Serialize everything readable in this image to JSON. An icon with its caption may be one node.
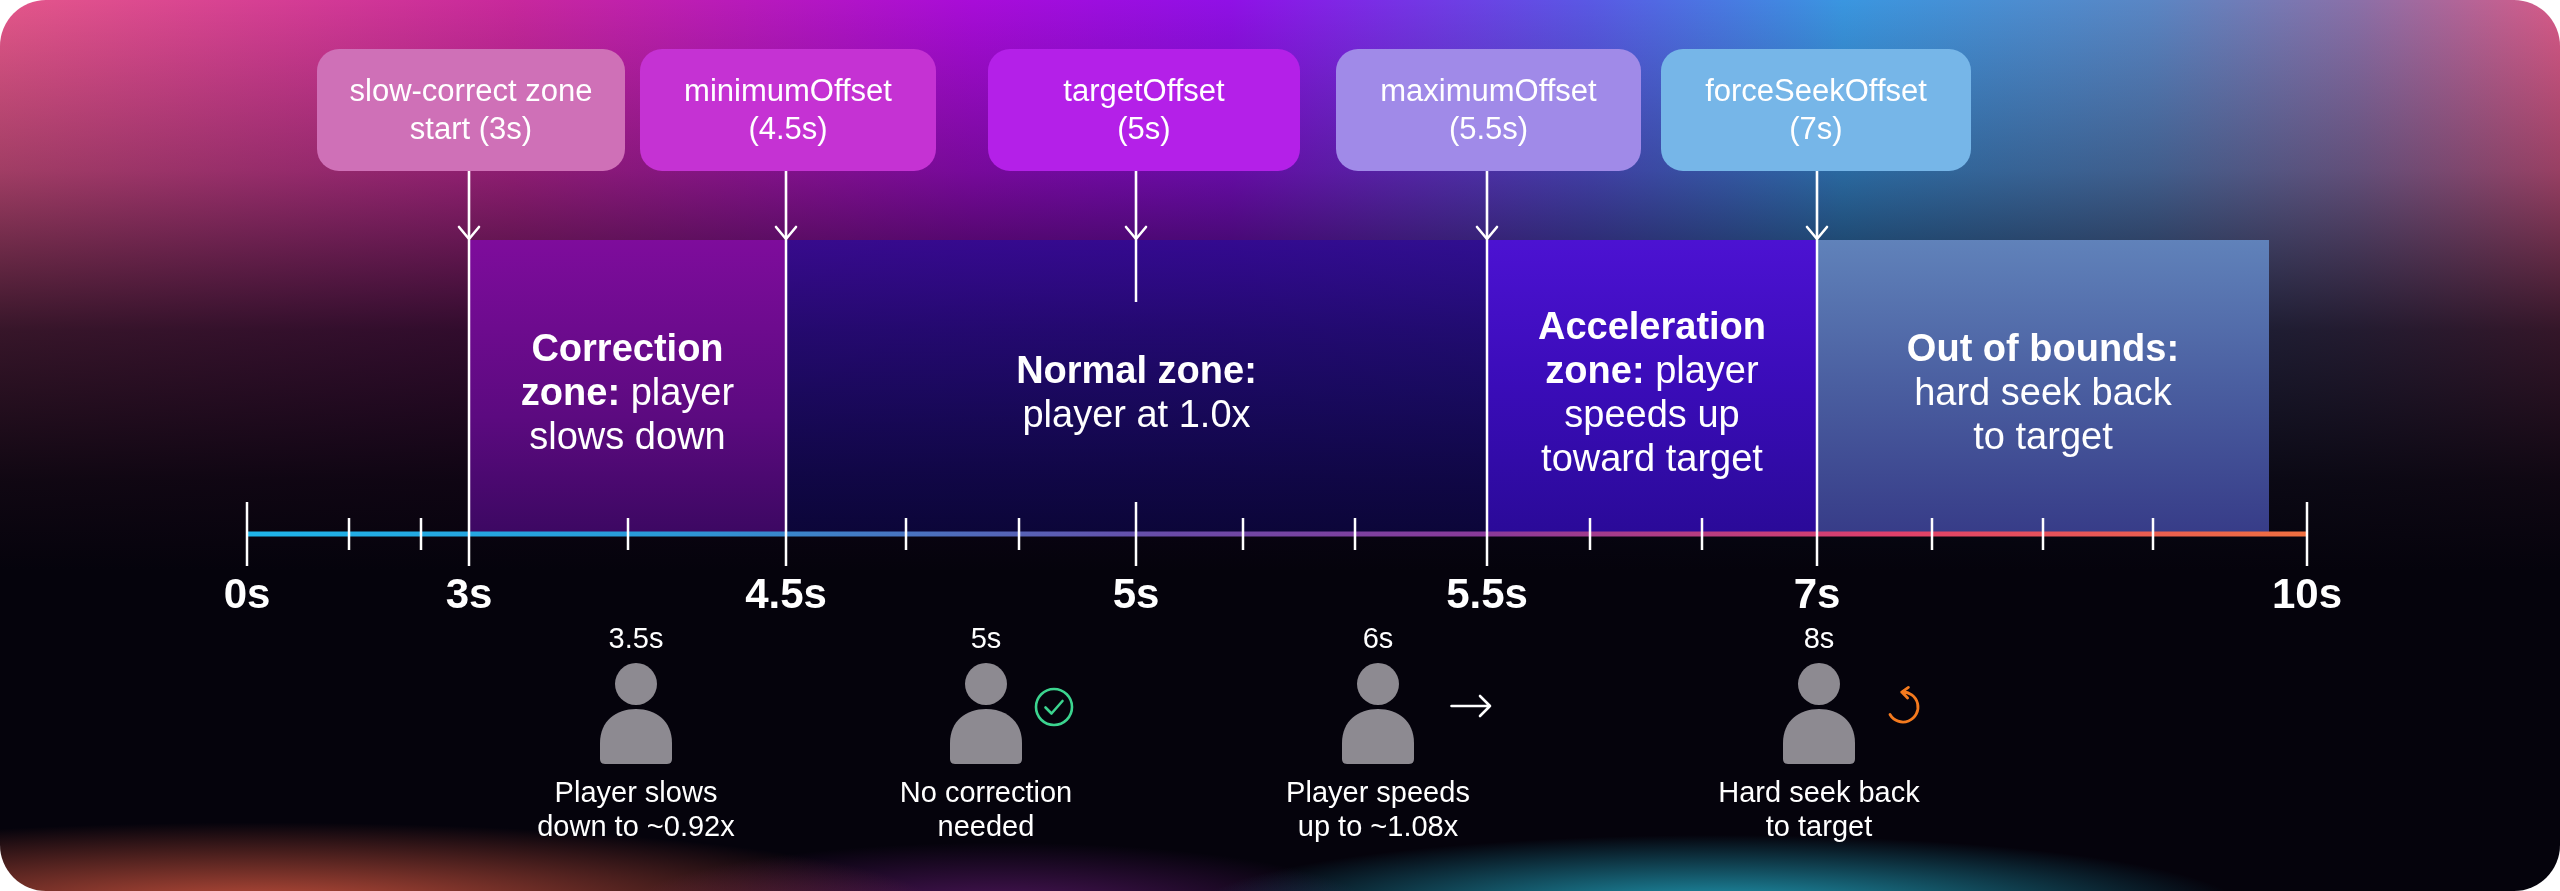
{
  "diagram": {
    "nodes": [
      {
        "text": [
          "slow-correct zone start (3s)"
        ]
      },
      {
        "text": [
          "minimumOffset (4.5s)"
        ]
      },
      {
        "text": [
          "targetOffset (5s)"
        ]
      },
      {
        "text": [
          "maximumOffset (5.5s)"
        ]
      },
      {
        "text": [
          "forceSeekOffset (7s)"
        ]
      },
      {
        "text": [
          "**Correction zone:** player slows down"
        ]
      },
      {
        "text": [
          "**Normal zone:** player at 1.0x"
        ]
      },
      {
        "text": [
          "**Acceleration zone:** player speeds up toward target"
        ]
      },
      {
        "text": [
          "**Out of bounds:** hard seek back to target"
        ]
      },
      {
        "text": [],
        "shape": "person",
        "beside": [
          "3.5s",
          "Player slows down to ~0.92x"
        ]
      },
      {
        "text": [],
        "shape": "person",
        "beside": [
          "5s",
          "No correction needed"
        ]
      },
      {
        "text": [],
        "shape": "person",
        "beside": [
          "6s",
          "Player speeds up to ~1.08x"
        ]
      },
      {
        "text": [],
        "shape": "person",
        "beside": [
          "8s",
          "Hard seek back to target"
        ]
      }
    ],
    "edges": [
      {
        "from": 0,
        "to": 5,
        "arrow": "to"
      },
      {
        "from": 1,
        "to": 5,
        "arrow": "to"
      },
      {
        "from": 2,
        "to": 6,
        "arrow": "to"
      },
      {
        "from": 3,
        "to": 7,
        "arrow": "to"
      },
      {
        "from": 4,
        "to": 7,
        "arrow": "to"
      }
    ],
    "labels": [
      "0s",
      "3s",
      "4.5s",
      "5s",
      "5.5s",
      "7s",
      "10s"
    ]
  }
}
